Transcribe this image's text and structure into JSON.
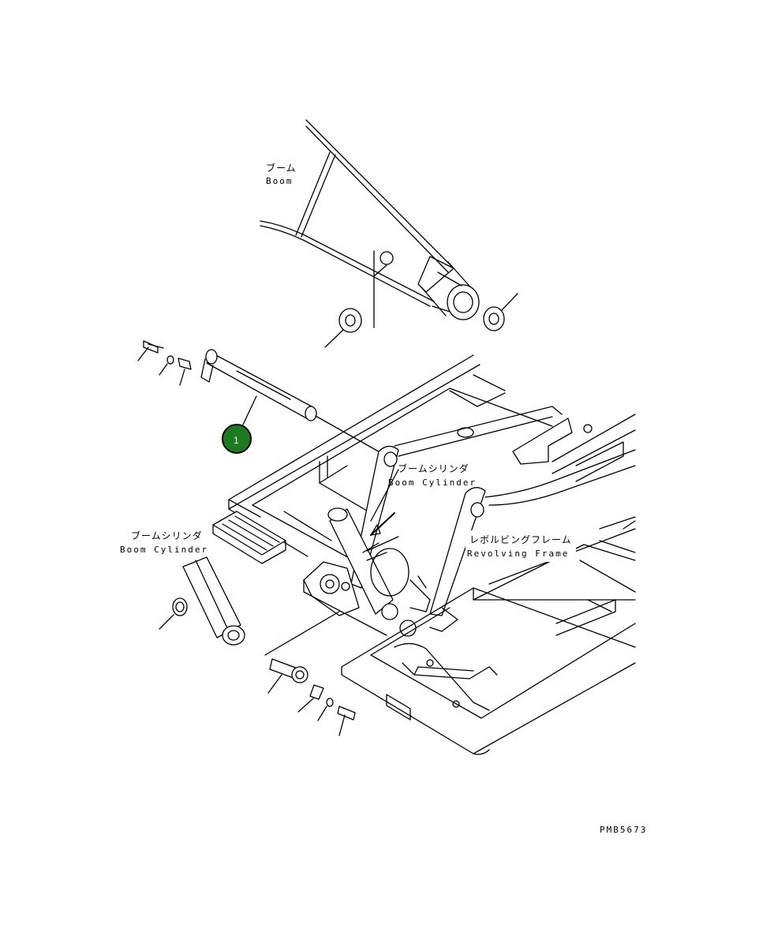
{
  "labels": {
    "boom_jp": "ブーム",
    "boom_en": "Boom",
    "boom_cyl_jp_1": "ブームシリンダ",
    "boom_cyl_en_1": "Boom Cylinder",
    "boom_cyl_jp_2": "ブームシリンダ",
    "boom_cyl_en_2": "Boom Cylinder",
    "rev_frame_jp": "レボルビングフレーム",
    "rev_frame_en": "Revolving Frame"
  },
  "callouts": [
    {
      "number": "1",
      "color": "#1e7a1e"
    }
  ],
  "drawing_code": "PMB5673"
}
